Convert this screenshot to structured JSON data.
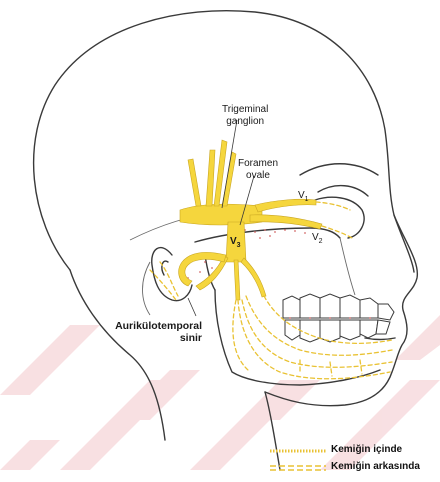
{
  "labels": {
    "trigeminal_ganglion_line1": "Trigeminal",
    "trigeminal_ganglion_line2": "ganglion",
    "foramen_ovale_line1": "Foramen",
    "foramen_ovale_line2": "ovale",
    "v1": "V",
    "v1_sub": "1",
    "v2": "V",
    "v2_sub": "2",
    "v3": "V",
    "v3_sub": "3",
    "auriculotemporal_line1": "Aurikülotemporal",
    "auriculotemporal_line2": "sinir"
  },
  "legend": {
    "inside_bone": "Kemiğin içinde",
    "behind_bone": "Kemiğin arkasında"
  },
  "colors": {
    "nerve_yellow": "#f5d63d",
    "nerve_dashed": "#e9c233",
    "outline": "#3a3a3a",
    "watermark": "#f3c7cc",
    "bone_dots": "#d46a6a"
  }
}
